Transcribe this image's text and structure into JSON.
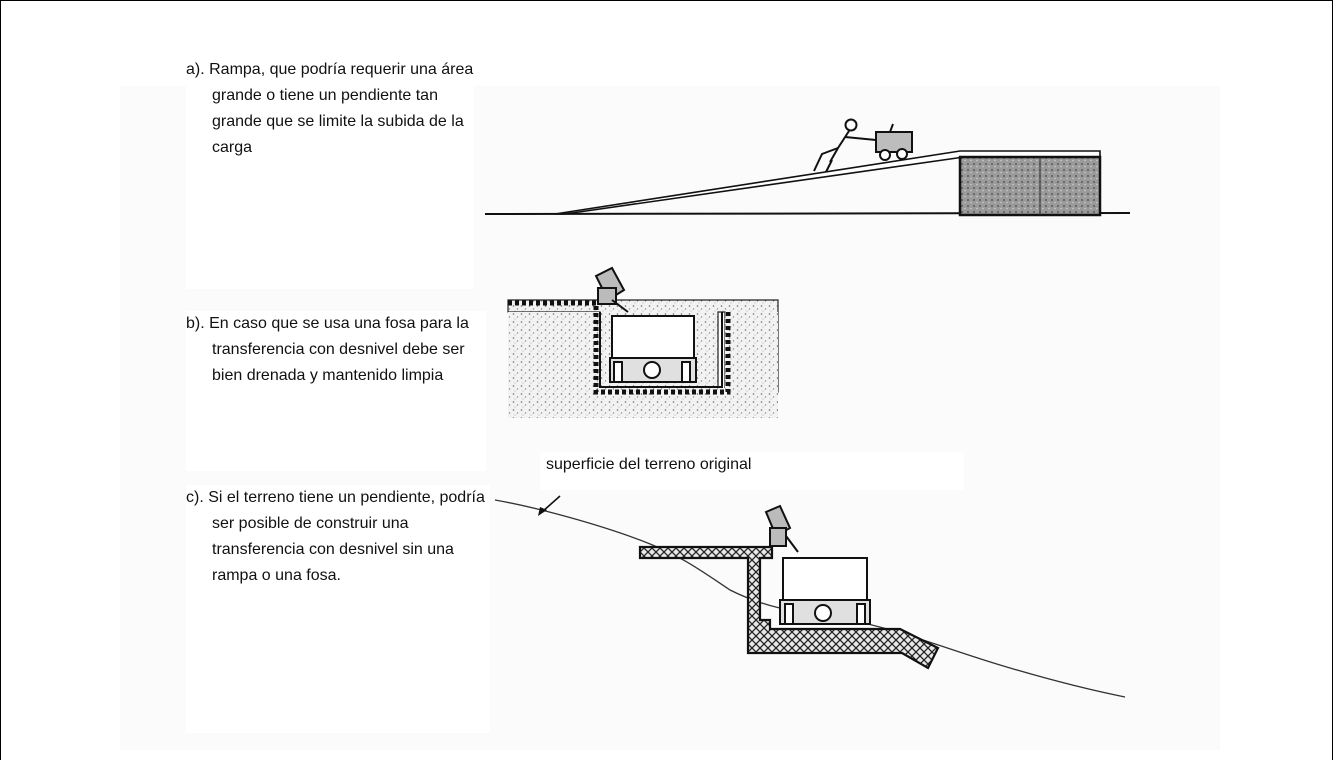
{
  "captions": {
    "a": "a). Rampa, que podría requerir una área grande o tiene un pendiente tan grande que se limite la subida de la carga",
    "b": "b). En caso que se usa una fosa para la transferencia con desnivel debe ser bien drenada y mantenido limpia",
    "c": "c). Si el terreno tiene un pendiente, podría ser posible de construir una transferencia con desnivel sin una rampa o una fosa."
  },
  "labels": {
    "ground_surface": "superficie del terreno original"
  },
  "colors": {
    "ink": "#111111",
    "hatch": "#333333",
    "stipple": "#777777"
  }
}
